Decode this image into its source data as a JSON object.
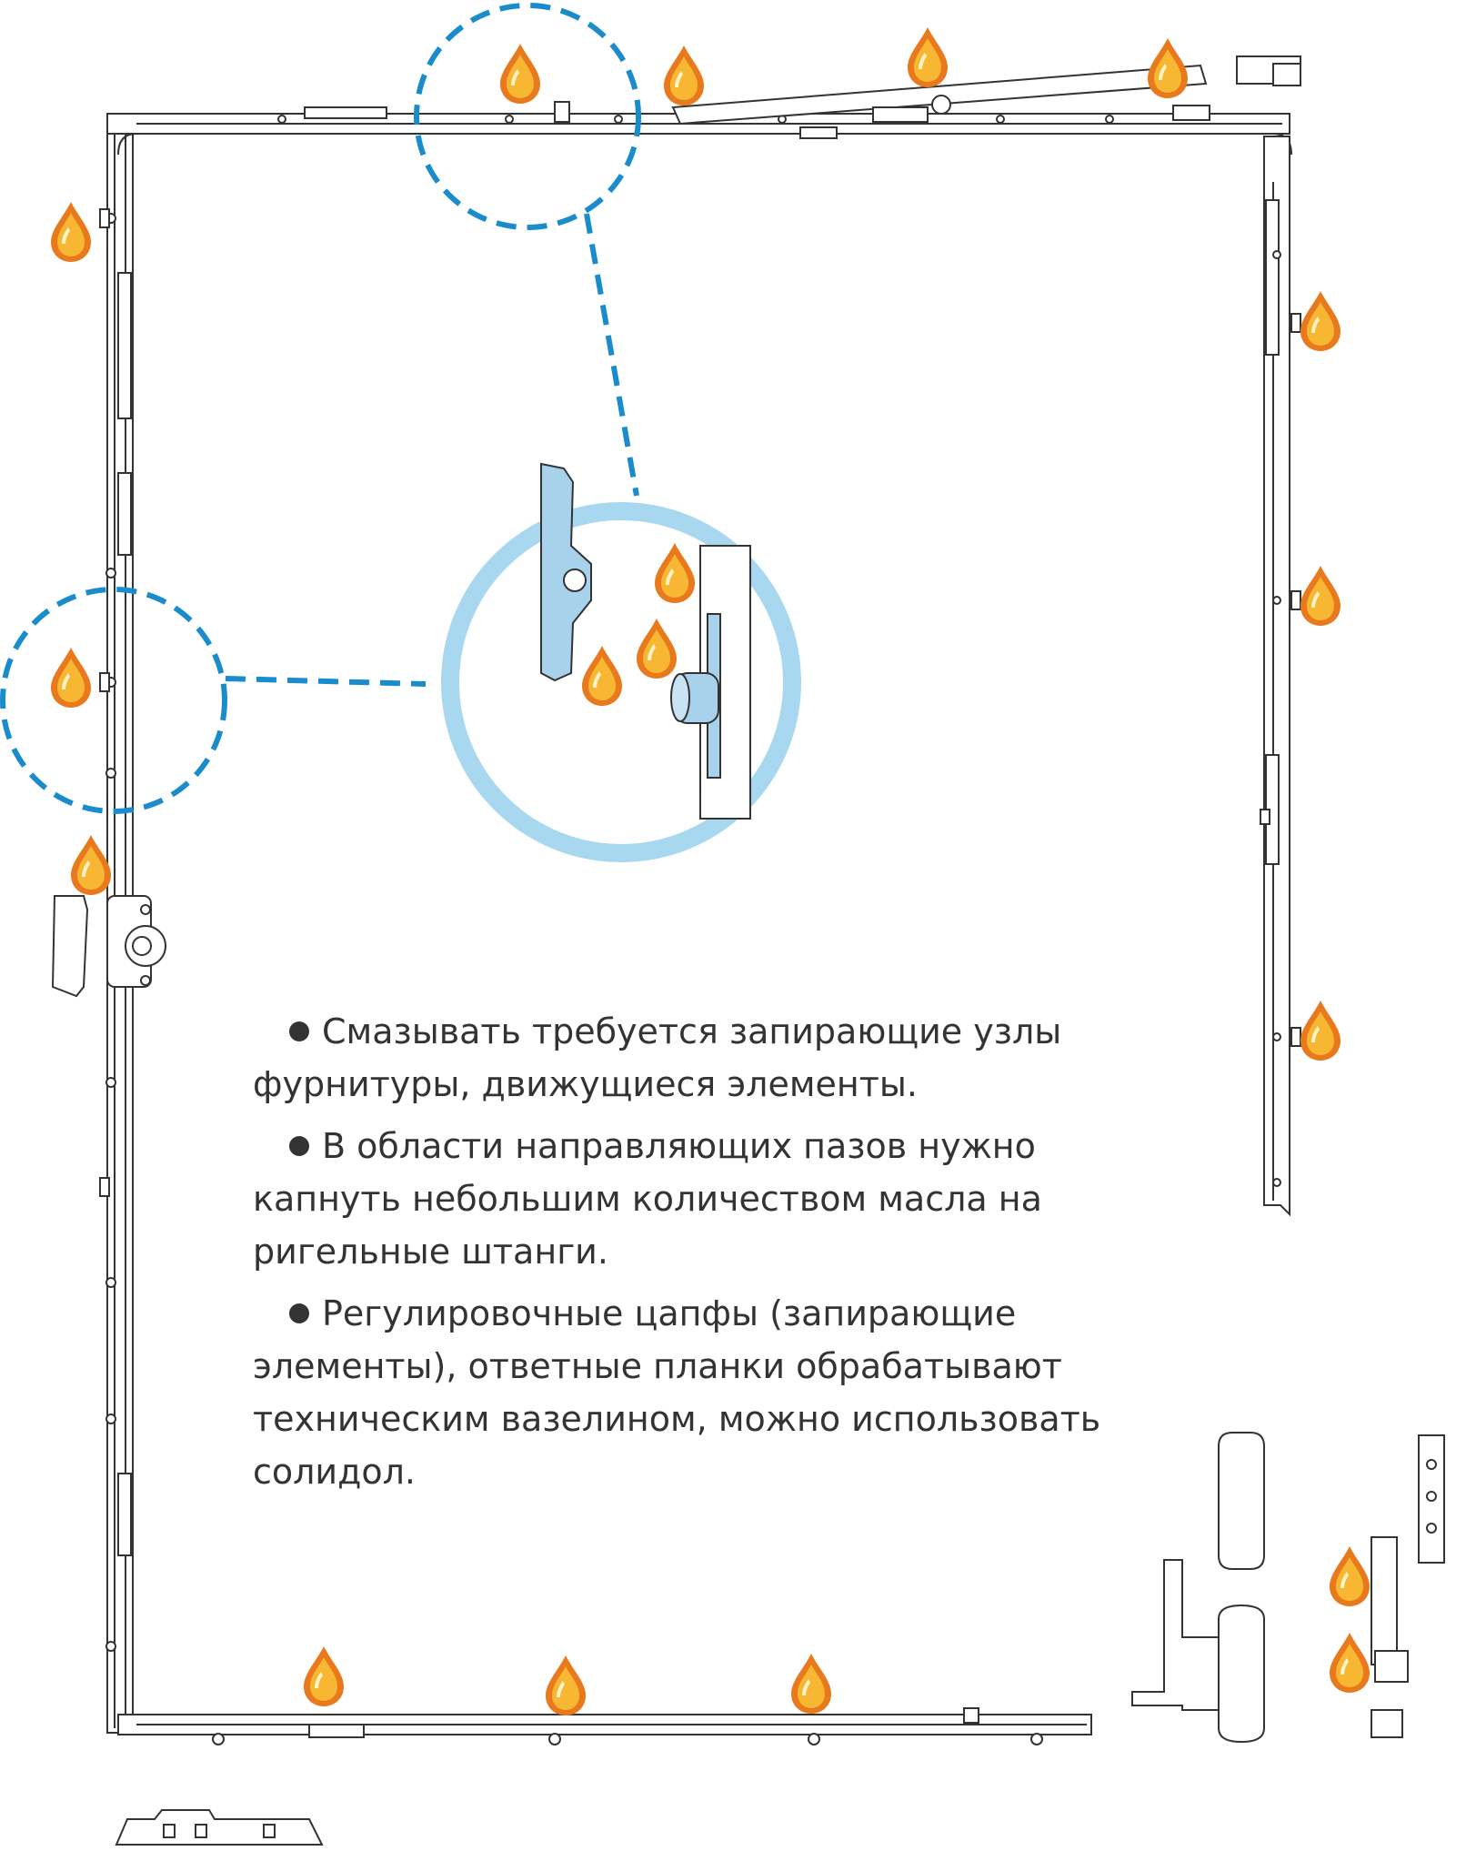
{
  "colors": {
    "frame_stroke": "#333333",
    "callout_dashed": "#1a8ccc",
    "zoom_ring": "#a8d8f0",
    "part_highlight": "#a8d2ec",
    "oil_drop_outer": "#e8791c",
    "oil_drop_inner": "#f7b733"
  },
  "icons": {
    "oil_drop": "oil-drop-icon",
    "bullet": "black-circle-bullet"
  },
  "notes": [
    {
      "text": "Смазывать требуется запирающие узлы фурнитуры, движущиеся элементы."
    },
    {
      "text": "В области направляющих пазов нужно капнуть небольшим количеством масла на ригельные штанги."
    },
    {
      "text": "Регулировочные цапфы (запирающие элементы), ответные планки обрабатывают техническим вазелином, можно использовать солидол."
    }
  ]
}
